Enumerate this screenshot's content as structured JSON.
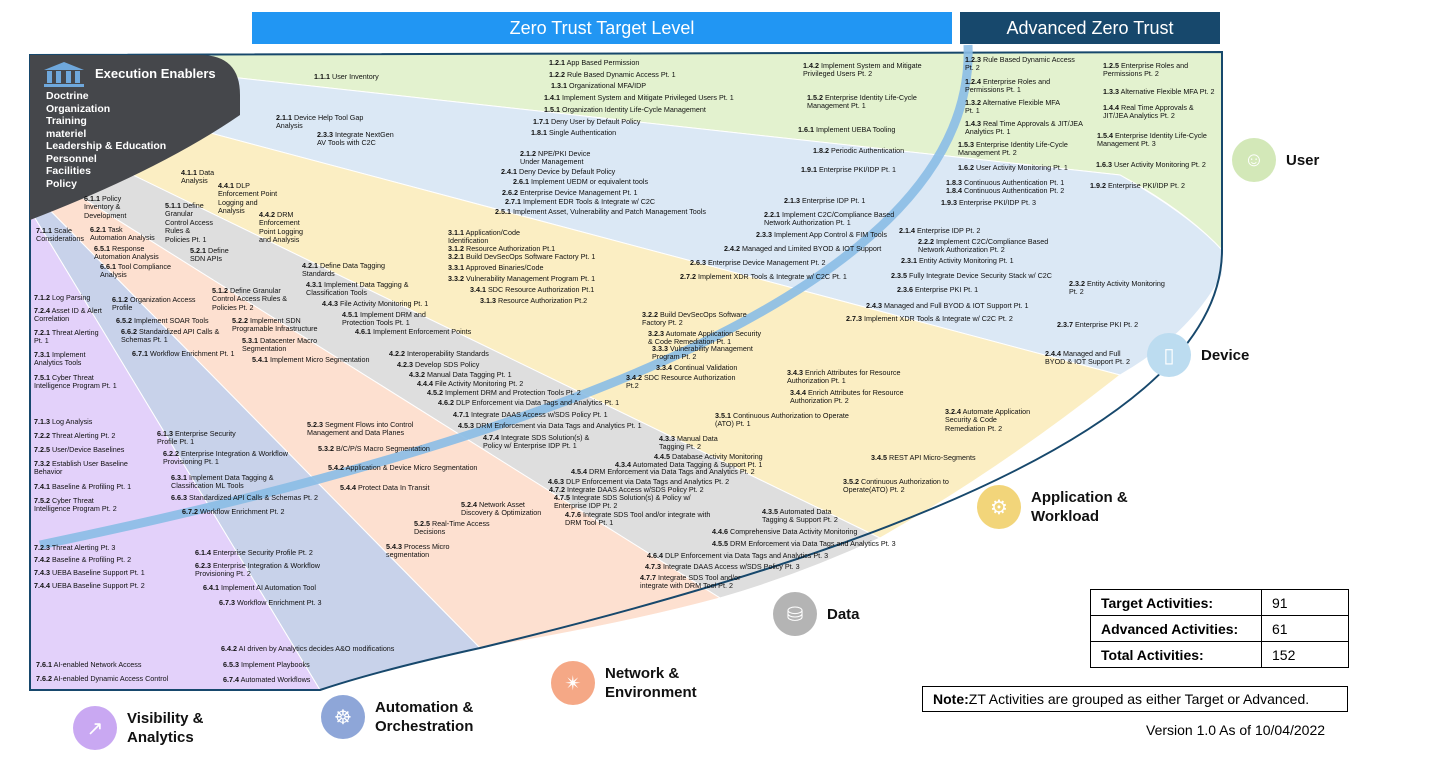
{
  "banners": {
    "target": "Zero Trust Target Level",
    "advanced": "Advanced Zero Trust"
  },
  "enablers": {
    "title": "Execution  Enablers",
    "items": [
      "Doctrine",
      "Organization",
      "Training",
      "materiel",
      "Leadership & Education",
      "Personnel",
      "Facilities",
      "Policy"
    ]
  },
  "pillars": [
    {
      "name": "User",
      "icon": "user-icon",
      "color": "#d3e8b8"
    },
    {
      "name": "Device",
      "icon": "tablet-icon",
      "color": "#bcdcf0"
    },
    {
      "name": "Application &\nWorkload",
      "icon": "application-icon",
      "color": "#f2d57a"
    },
    {
      "name": "Data",
      "icon": "database-icon",
      "color": "#b4b4b4"
    },
    {
      "name": "Network &\nEnvironment",
      "icon": "network-icon",
      "color": "#f5a886"
    },
    {
      "name": "Automation &\nOrchestration",
      "icon": "automation-icon",
      "color": "#8ea6d8"
    },
    {
      "name": "Visibility &\nAnalytics",
      "icon": "analytics-icon",
      "color": "#c9a8f2"
    }
  ],
  "band_colors": {
    "user": "#e3f2cf",
    "device": "#dbe8f5",
    "app": "#fbeec3",
    "data": "#dedede",
    "network": "#fde0d0",
    "automation": "#c8d2ea",
    "visibility": "#e3d1fa",
    "enablers": "#45474b",
    "arc": "#89bde6",
    "border": "#17486c"
  },
  "activities": [
    {
      "id": "1.1.1",
      "text": "User Inventory"
    },
    {
      "id": "1.2.1",
      "text": "App Based Permission"
    },
    {
      "id": "1.2.2",
      "text": "Rule Based Dynamic Access Pt. 1"
    },
    {
      "id": "1.3.1",
      "text": "Organizational MFA/IDP"
    },
    {
      "id": "1.4.1",
      "text": "Implement System and Mitigate Privileged Users Pt. 1"
    },
    {
      "id": "1.5.1",
      "text": "Organization Identity Life-Cycle Management"
    },
    {
      "id": "1.7.1",
      "text": "Deny User by Default Policy"
    },
    {
      "id": "1.8.1",
      "text": "Single Authentication"
    },
    {
      "id": "1.4.2",
      "text": "Implement System and Mitigate\nPrivileged Users Pt. 2"
    },
    {
      "id": "1.5.2",
      "text": "Enterprise Identity Life-Cycle\nManagement Pt. 1"
    },
    {
      "id": "1.6.1",
      "text": "Implement UEBA Tooling"
    },
    {
      "id": "1.8.2",
      "text": "Periodic Authentication"
    },
    {
      "id": "1.9.1",
      "text": "Enterprise PKI/IDP Pt. 1"
    },
    {
      "id": "1.2.3",
      "text": "Rule Based Dynamic Access\nPt. 2"
    },
    {
      "id": "1.2.4",
      "text": "Enterprise Roles and\nPermissions Pt. 1"
    },
    {
      "id": "1.3.2",
      "text": "Alternative Flexible MFA\nPt. 1"
    },
    {
      "id": "1.4.3",
      "text": "Real Time Approvals & JIT/JEA\nAnalytics Pt. 1"
    },
    {
      "id": "1.5.3",
      "text": "Enterprise Identity Life-Cycle\nManagement Pt. 2"
    },
    {
      "id": "1.6.2",
      "text": "User Activity Monitoring Pt. 1"
    },
    {
      "id": "1.8.3",
      "text": "Continuous Authentication Pt. 1"
    },
    {
      "id": "1.8.4",
      "text": "Continuous Authentication Pt. 2"
    },
    {
      "id": "1.9.3",
      "text": "Enterprise PKI/IDP Pt. 3"
    },
    {
      "id": "1.2.5",
      "text": "Enterprise Roles and\nPermissions Pt. 2"
    },
    {
      "id": "1.3.3",
      "text": "Alternative Flexible MFA Pt. 2"
    },
    {
      "id": "1.4.4",
      "text": "Real Time Approvals &\nJIT/JEA Analytics Pt. 2"
    },
    {
      "id": "1.5.4",
      "text": "Enterprise Identity Life-Cycle\nManagement Pt. 3"
    },
    {
      "id": "1.6.3",
      "text": "User Activity Monitoring Pt. 2"
    },
    {
      "id": "1.9.2",
      "text": "Enterprise PKI/IDP Pt. 2"
    },
    {
      "id": "2.1.1",
      "text": "Device Help Tool Gap\nAnalysis"
    },
    {
      "id": "2.3.3",
      "text": "Integrate NextGen\nAV Tools with C2C"
    },
    {
      "id": "2.1.2",
      "text": "NPE/PKI Device\nUnder Management"
    },
    {
      "id": "2.4.1",
      "text": "Deny Device by Default Policy"
    },
    {
      "id": "2.6.1",
      "text": "Implement UEDM or equivalent tools"
    },
    {
      "id": "2.6.2",
      "text": "Enterprise Device Management Pt. 1"
    },
    {
      "id": "2.7.1",
      "text": "Implement EDR Tools & Integrate w/ C2C"
    },
    {
      "id": "2.5.1",
      "text": "Implement Asset, Vulnerability and Patch Management Tools"
    },
    {
      "id": "2.1.3",
      "text": "Enterprise IDP Pt. 1"
    },
    {
      "id": "2.2.1",
      "text": "Implement C2C/Compliance Based\nNetwork Authorization Pt. 1"
    },
    {
      "id": "2.3.3",
      "text": "Implement App Control & FIM Tools"
    },
    {
      "id": "2.4.2",
      "text": "Managed and Limited BYOD & IOT Support"
    },
    {
      "id": "2.6.3",
      "text": "Enterprise Device Management Pt. 2"
    },
    {
      "id": "2.7.2",
      "text": "Implement XDR Tools & Integrate w/ C2C Pt. 1"
    },
    {
      "id": "2.1.4",
      "text": "Enterprise IDP Pt. 2"
    },
    {
      "id": "2.2.2",
      "text": "Implement C2C/Compliance Based\nNetwork Authorization Pt. 2"
    },
    {
      "id": "2.3.1",
      "text": "Entity Activity Monitoring Pt. 1"
    },
    {
      "id": "2.3.5",
      "text": "Fully Integrate Device Security Stack w/ C2C"
    },
    {
      "id": "2.3.6",
      "text": "Enterprise PKI Pt. 1"
    },
    {
      "id": "2.4.3",
      "text": "Managed and Full BYOD & IOT Support Pt. 1"
    },
    {
      "id": "2.7.3",
      "text": "Implement XDR Tools & Integrate w/ C2C Pt. 2"
    },
    {
      "id": "2.3.2",
      "text": "Entity Activity Monitoring\nPt. 2"
    },
    {
      "id": "2.3.7",
      "text": "Enterprise PKI Pt. 2"
    },
    {
      "id": "2.4.4",
      "text": "Managed and Full\nBYOD & IOT Support Pt. 2"
    },
    {
      "id": "3.1.1",
      "text": "Application/Code\nIdentification"
    },
    {
      "id": "3.1.2",
      "text": "Resource Authorization Pt.1"
    },
    {
      "id": "3.2.1",
      "text": "Build DevSecOps Software Factory Pt. 1"
    },
    {
      "id": "3.3.1",
      "text": "Approved Binaries/Code"
    },
    {
      "id": "3.3.2",
      "text": "Vulnerability Management Program Pt. 1"
    },
    {
      "id": "3.4.1",
      "text": "SDC Resource Authorization Pt.1"
    },
    {
      "id": "3.1.3",
      "text": "Resource Authorization Pt.2"
    },
    {
      "id": "3.2.2",
      "text": "Build DevSecOps Software\nFactory Pt. 2"
    },
    {
      "id": "3.2.3",
      "text": "Automate Application Security\n& Code Remediation Pt. 1"
    },
    {
      "id": "3.3.3",
      "text": "Vulnerability Management\nProgram Pt. 2"
    },
    {
      "id": "3.3.4",
      "text": "Continual Validation"
    },
    {
      "id": "3.4.2",
      "text": "SDC Resource Authorization\nPt.2"
    },
    {
      "id": "3.4.3",
      "text": "Enrich Attributes for Resource\nAuthorization Pt. 1"
    },
    {
      "id": "3.4.4",
      "text": "Enrich Attributes for Resource\nAuthorization Pt. 2"
    },
    {
      "id": "3.5.1",
      "text": "Continuous Authorization to Operate\n(ATO) Pt. 1"
    },
    {
      "id": "3.2.4",
      "text": "Automate Application\nSecurity & Code\nRemediation Pt. 2"
    },
    {
      "id": "3.4.5",
      "text": "REST API Micro-Segments"
    },
    {
      "id": "3.5.2",
      "text": "Continuous Authorization to\nOperate(ATO) Pt. 2"
    },
    {
      "id": "4.1.1",
      "text": "Data\nAnalysis"
    },
    {
      "id": "4.4.1",
      "text": "DLP\nEnforcement Point\nLogging and\nAnalysis"
    },
    {
      "id": "4.4.2",
      "text": "DRM\nEnforcement\nPoint Logging\nand Analysis"
    },
    {
      "id": "4.2.1",
      "text": "Define Data Tagging\nStandards"
    },
    {
      "id": "4.3.1",
      "text": "Implement Data Tagging &\nClassification Tools"
    },
    {
      "id": "4.4.3",
      "text": "File Activity Monitoring Pt. 1"
    },
    {
      "id": "4.5.1",
      "text": "Implement DRM and\nProtection Tools Pt. 1"
    },
    {
      "id": "4.6.1",
      "text": "Implement Enforcement Points"
    },
    {
      "id": "4.2.2",
      "text": "Interoperability Standards"
    },
    {
      "id": "4.2.3",
      "text": "Develop SDS Policy"
    },
    {
      "id": "4.3.2",
      "text": "Manual Data Tagging Pt. 1"
    },
    {
      "id": "4.4.4",
      "text": "File Activity Monitoring Pt. 2"
    },
    {
      "id": "4.5.2",
      "text": "Implement DRM and Protection Tools Pt. 2"
    },
    {
      "id": "4.6.2",
      "text": "DLP Enforcement via Data Tags and Analytics Pt. 1"
    },
    {
      "id": "4.7.1",
      "text": "Integrate DAAS Access w/SDS Policy Pt. 1"
    },
    {
      "id": "4.5.3",
      "text": "DRM Enforcement via Data Tags and Analytics Pt. 1"
    },
    {
      "id": "4.7.4",
      "text": "Integrate SDS Solution(s) &\nPolicy w/ Enterprise IDP Pt. 1"
    },
    {
      "id": "4.3.3",
      "text": "Manual Data\nTagging Pt. 2"
    },
    {
      "id": "4.4.5",
      "text": "Database Activity Monitoring"
    },
    {
      "id": "4.3.4",
      "text": "Automated Data Tagging & Support Pt. 1"
    },
    {
      "id": "4.5.4",
      "text": "DRM Enforcement via Data Tags and Analytics Pt. 2"
    },
    {
      "id": "4.6.3",
      "text": "DLP Enforcement via Data Tags and Analytics Pt. 2"
    },
    {
      "id": "4.7.2",
      "text": "Integrate DAAS Access w/SDS Policy Pt. 2"
    },
    {
      "id": "4.7.5",
      "text": "Integrate SDS Solution(s) & Policy w/\nEnterprise IDP Pt. 2"
    },
    {
      "id": "4.7.6",
      "text": "Integrate SDS Tool and/or integrate with\nDRM Tool Pt. 1"
    },
    {
      "id": "4.3.5",
      "text": "Automated Data\nTagging & Support Pt. 2"
    },
    {
      "id": "4.4.6",
      "text": "Comprehensive Data Activity Monitoring"
    },
    {
      "id": "4.5.5",
      "text": "DRM Enforcement via Data Tags and Analytics Pt. 3"
    },
    {
      "id": "4.6.4",
      "text": "DLP Enforcement via Data Tags and Analytics Pt. 3"
    },
    {
      "id": "4.7.3",
      "text": "Integrate DAAS Access w/SDS Policy Pt. 3"
    },
    {
      "id": "4.7.7",
      "text": "Integrate SDS Tool and/or\nintegrate with DRM Tool Pt. 2"
    },
    {
      "id": "5.1.1",
      "text": "Define\nGranular\nControl Access\nRules &\nPolicies Pt. 1"
    },
    {
      "id": "5.2.1",
      "text": "Define\nSDN APIs"
    },
    {
      "id": "5.1.2",
      "text": "Define Granular\nControl Access Rules &\nPolicies Pt. 2"
    },
    {
      "id": "5.2.2",
      "text": "Implement SDN\nProgramable Infrastructure"
    },
    {
      "id": "5.3.1",
      "text": "Datacenter Macro\nSegmentation"
    },
    {
      "id": "5.4.1",
      "text": "Implement Micro Segmentation"
    },
    {
      "id": "5.2.3",
      "text": "Segment Flows into Control\nManagement and Data Planes"
    },
    {
      "id": "5.3.2",
      "text": "B/C/P/S Macro Segmentation"
    },
    {
      "id": "5.4.2",
      "text": "Application & Device Micro Segmentation"
    },
    {
      "id": "5.4.4",
      "text": "Protect Data In Transit"
    },
    {
      "id": "5.2.4",
      "text": "Network Asset\nDiscovery & Optimization"
    },
    {
      "id": "5.2.5",
      "text": "Real-Time Access\nDecisions"
    },
    {
      "id": "5.4.3",
      "text": "Process Micro\nsegmentation"
    },
    {
      "id": "6.1.1",
      "text": "Policy\nInventory &\nDevelopment"
    },
    {
      "id": "6.2.1",
      "text": "Task\nAutomation Analysis"
    },
    {
      "id": "6.5.1",
      "text": "Response\nAutomation Analysis"
    },
    {
      "id": "6.6.1",
      "text": "Tool Compliance\nAnalysis"
    },
    {
      "id": "6.1.2",
      "text": "Organization Access\nProfile"
    },
    {
      "id": "6.5.2",
      "text": "Implement SOAR Tools"
    },
    {
      "id": "6.6.2",
      "text": "Standardized API Calls &\nSchemas Pt. 1"
    },
    {
      "id": "6.7.1",
      "text": "Workflow Enrichment Pt. 1"
    },
    {
      "id": "6.1.3",
      "text": "Enterprise Security\nProfile Pt. 1"
    },
    {
      "id": "6.2.2",
      "text": "Enterprise Integration & Workflow\nProvisioning Pt. 1"
    },
    {
      "id": "6.3.1",
      "text": "Implement Data Tagging &\nClassification ML Tools"
    },
    {
      "id": "6.6.3",
      "text": "Standardized API Calls & Schemas Pt. 2"
    },
    {
      "id": "6.7.2",
      "text": "Workflow Enrichment Pt. 2"
    },
    {
      "id": "6.1.4",
      "text": "Enterprise Security Profile Pt. 2"
    },
    {
      "id": "6.2.3",
      "text": "Enterprise Integration & Workflow\nProvisioning Pt. 2"
    },
    {
      "id": "6.4.1",
      "text": "Implement AI Automation Tool"
    },
    {
      "id": "6.7.3",
      "text": "Workflow Enrichment Pt. 3"
    },
    {
      "id": "6.4.2",
      "text": "AI driven by Analytics decides A&O modifications"
    },
    {
      "id": "6.5.3",
      "text": "Implement Playbooks"
    },
    {
      "id": "6.7.4",
      "text": "Automated Workflows"
    },
    {
      "id": "7.1.1",
      "text": "Scale\nConsiderations"
    },
    {
      "id": "7.1.2",
      "text": "Log Parsing"
    },
    {
      "id": "7.2.4",
      "text": "Asset ID & Alert\nCorrelation"
    },
    {
      "id": "7.2.1",
      "text": "Threat Alerting\nPt. 1"
    },
    {
      "id": "7.3.1",
      "text": "Implement\nAnalytics Tools"
    },
    {
      "id": "7.5.1",
      "text": "Cyber Threat\nIntelligence Program Pt. 1"
    },
    {
      "id": "7.1.3",
      "text": "Log Analysis"
    },
    {
      "id": "7.2.2",
      "text": "Threat Alerting Pt. 2"
    },
    {
      "id": "7.2.5",
      "text": "User/Device Baselines"
    },
    {
      "id": "7.3.2",
      "text": "Establish User Baseline\nBehavior"
    },
    {
      "id": "7.4.1",
      "text": "Baseline & Profiling Pt. 1"
    },
    {
      "id": "7.5.2",
      "text": "Cyber Threat\nIntelligence Program Pt. 2"
    },
    {
      "id": "7.2.3",
      "text": "Threat Alerting Pt. 3"
    },
    {
      "id": "7.4.2",
      "text": "Baseline & Profiling Pt. 2"
    },
    {
      "id": "7.4.3",
      "text": "UEBA Baseline Support Pt. 1"
    },
    {
      "id": "7.4.4",
      "text": "UEBA Baseline Support Pt. 2"
    },
    {
      "id": "7.6.1",
      "text": "AI-enabled Network Access"
    },
    {
      "id": "7.6.2",
      "text": "AI-enabled Dynamic Access Control"
    }
  ],
  "counts": [
    {
      "label": "Target Activities:",
      "value": "91"
    },
    {
      "label": "Advanced Activities:",
      "value": "61"
    },
    {
      "label": "Total Activities:",
      "value": "152"
    }
  ],
  "note": {
    "label": "Note:",
    "text": " ZT Activities are grouped as either Target or Advanced."
  },
  "version": "Version 1.0 As of 10/04/2022"
}
